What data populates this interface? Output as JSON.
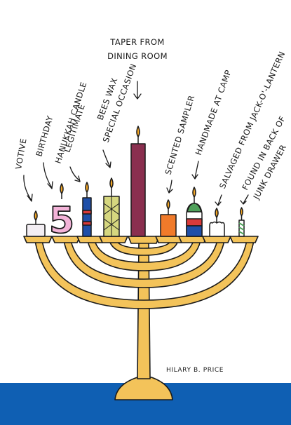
{
  "labels": {
    "votive": "VOTIVE",
    "birthday": "BIRTHDAY",
    "hanukkah_1": "LEGITIMATE",
    "hanukkah_2": "HANUKKAH CANDLE",
    "special_1": "SPECIAL OCCASION",
    "special_2": "BEES WAX",
    "taper_1": "TAPER FROM",
    "taper_2": "DINING ROOM",
    "scented": "SCENTED SAMPLER",
    "handmade": "HANDMADE AT CAMP",
    "salvaged": "SALVAGED FROM JACK-O'-LANTERN",
    "junk_1": "FOUND IN BACK OF",
    "junk_2": "JUNK DRAWER"
  },
  "birthday_number": "5",
  "signature": "HILARY B. PRICE",
  "colors": {
    "menorah": "#f3c35a",
    "floor": "#0f5fb3",
    "taper": "#8a2f4f",
    "beeswax": "#d6d77f",
    "scented": "#f07a2a",
    "birthday": "#f3b3d8",
    "flame": "#f2a524",
    "votive": "#f3eef3"
  }
}
